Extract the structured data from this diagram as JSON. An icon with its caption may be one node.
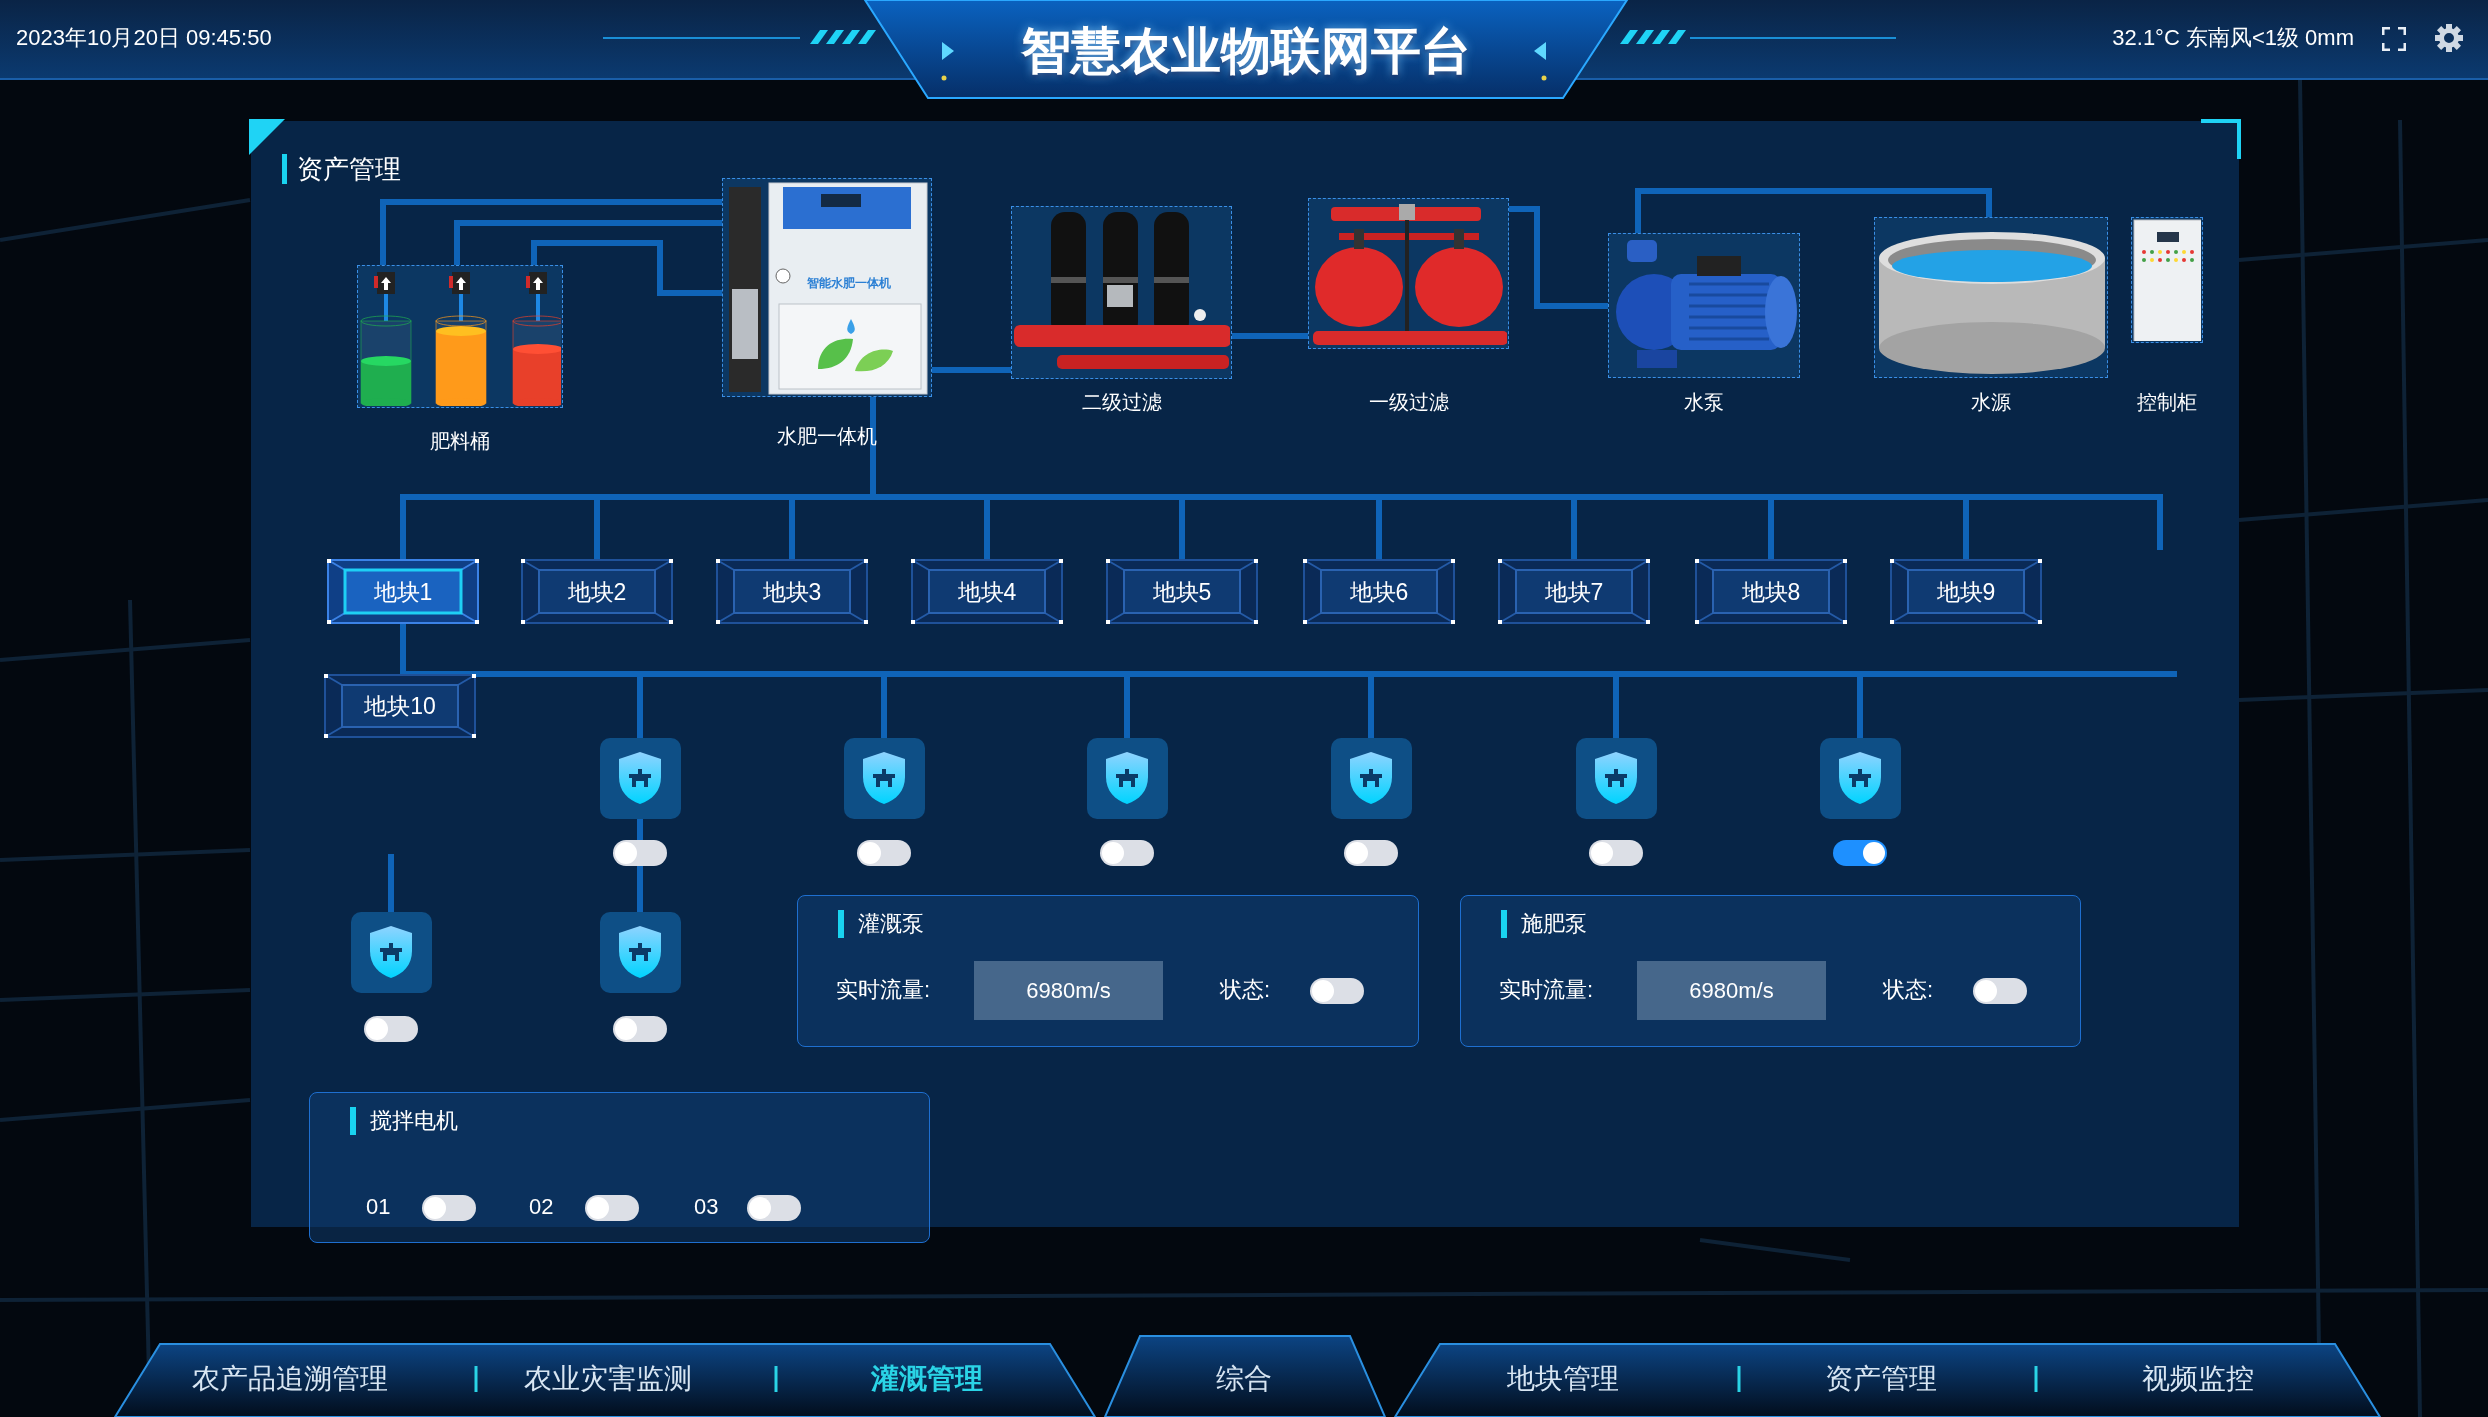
{
  "diagram": {
    "title": "智慧农业物联网平台",
    "nodes": [
      {
        "text": [
          "资产管理"
        ]
      },
      {
        "text": [
          "肥料桶"
        ],
        "in": 0
      },
      {
        "text": [
          "智能水肥一体机",
          "水肥一体机"
        ],
        "in": 0
      },
      {
        "text": [
          "二级过滤"
        ],
        "in": 0
      },
      {
        "text": [
          "一级过滤"
        ],
        "in": 0
      },
      {
        "text": [
          "水泵"
        ],
        "in": 0
      },
      {
        "text": [
          "水源"
        ],
        "in": 0
      },
      {
        "text": [
          "控制柜"
        ],
        "in": 0
      },
      {
        "text": [
          "地块1"
        ],
        "in": 0
      },
      {
        "text": [
          "地块2"
        ],
        "in": 0
      },
      {
        "text": [
          "地块3"
        ],
        "in": 0
      },
      {
        "text": [
          "地块4"
        ],
        "in": 0
      },
      {
        "text": [
          "地块5"
        ],
        "in": 0
      },
      {
        "text": [
          "地块6"
        ],
        "in": 0
      },
      {
        "text": [
          "地块7"
        ],
        "in": 0
      },
      {
        "text": [
          "地块8"
        ],
        "in": 0
      },
      {
        "text": [
          "地块9"
        ],
        "in": 0
      },
      {
        "text": [
          "地块10"
        ],
        "in": 0
      },
      {
        "text": [],
        "shape": "picture",
        "in": 0
      },
      {
        "text": [],
        "shape": "picture",
        "in": 0
      },
      {
        "text": [],
        "shape": "picture",
        "in": 0
      },
      {
        "text": [],
        "shape": "picture",
        "in": 0
      },
      {
        "text": [],
        "shape": "picture",
        "in": 0
      },
      {
        "text": [],
        "shape": "picture",
        "in": 0
      },
      {
        "text": [],
        "shape": "picture",
        "in": 0
      },
      {
        "text": [],
        "shape": "picture",
        "in": 0
      },
      {
        "text": [
          "灌溉泵",
          "实时流量:",
          "6980m/s",
          "状态:"
        ],
        "in": 0
      },
      {
        "text": [
          "施肥泵",
          "实时流量:",
          "6980m/s",
          "状态:"
        ],
        "in": 0
      },
      {
        "text": [
          "搅拌电机",
          "01",
          "02",
          "03"
        ]
      }
    ],
    "edges": [
      {
        "from": 6,
        "to": 5,
        "arrow": "none"
      },
      {
        "from": 5,
        "to": 4,
        "arrow": "none"
      },
      {
        "from": 4,
        "to": 3,
        "arrow": "none"
      },
      {
        "from": 3,
        "to": 2,
        "arrow": "none"
      },
      {
        "from": 1,
        "to": 2,
        "arrow": "none"
      },
      {
        "from": 1,
        "to": 2,
        "arrow": "none"
      },
      {
        "from": 1,
        "to": 2,
        "arrow": "none"
      },
      {
        "from": 2,
        "to": 8,
        "arrow": "none"
      },
      {
        "from": 2,
        "to": 9,
        "arrow": "none"
      },
      {
        "from": 2,
        "to": 10,
        "arrow": "none"
      },
      {
        "from": 2,
        "to": 11,
        "arrow": "none"
      },
      {
        "from": 2,
        "to": 12,
        "arrow": "none"
      },
      {
        "from": 2,
        "to": 13,
        "arrow": "none"
      },
      {
        "from": 2,
        "to": 14,
        "arrow": "none"
      },
      {
        "from": 2,
        "to": 15,
        "arrow": "none"
      },
      {
        "from": 2,
        "to": 16,
        "arrow": "none"
      },
      {
        "from": 2,
        "to": null,
        "arrow": "none"
      },
      {
        "from": 8,
        "to": 17,
        "arrow": "none"
      },
      {
        "from": 8,
        "to": 18,
        "arrow": "none"
      },
      {
        "from": 8,
        "to": 19,
        "arrow": "none"
      },
      {
        "from": 8,
        "to": 20,
        "arrow": "none"
      },
      {
        "from": 8,
        "to": 21,
        "arrow": "none"
      },
      {
        "from": 8,
        "to": 22,
        "arrow": "none"
      },
      {
        "from": 8,
        "to": 23,
        "arrow": "none"
      },
      {
        "from": null,
        "to": 24,
        "arrow": "none"
      },
      {
        "from": 18,
        "to": 25,
        "arrow": "none"
      },
      {
        "from": 8,
        "to": null,
        "arrow": "none"
      }
    ],
    "labels": [
      "2023年10月20日 09:45:50",
      "32.1°C 东南风<1级 0mm",
      "农产品追溯管理",
      "农业灾害监测",
      "灌溉管理",
      "综合",
      "地块管理",
      "资产管理",
      "视频监控"
    ]
  }
}
